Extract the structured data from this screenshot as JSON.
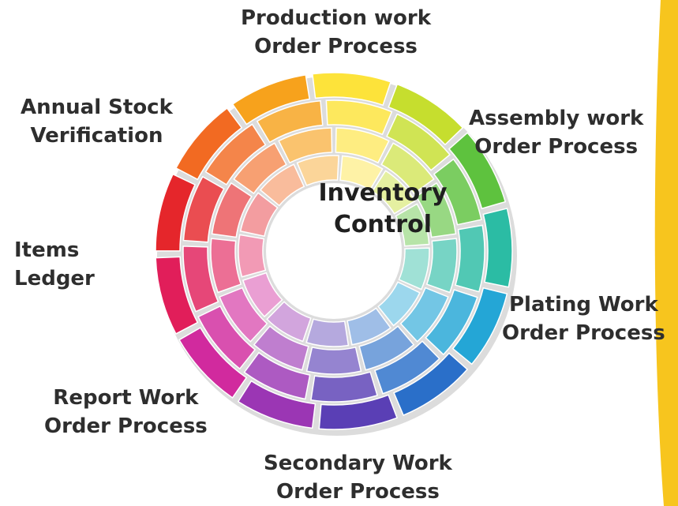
{
  "center_label": [
    "Inventory",
    "Control"
  ],
  "stages": [
    {
      "id": "production",
      "lines": [
        "Production work",
        "Order Process"
      ]
    },
    {
      "id": "assembly",
      "lines": [
        "Assembly work",
        "Order Process"
      ]
    },
    {
      "id": "plating",
      "lines": [
        "Plating Work",
        "Order Process"
      ]
    },
    {
      "id": "secondary",
      "lines": [
        "Secondary Work",
        "Order Process"
      ]
    },
    {
      "id": "report",
      "lines": [
        "Report Work",
        "Order Process"
      ]
    },
    {
      "id": "ledger",
      "lines": [
        "Items",
        "Ledger"
      ]
    },
    {
      "id": "annual",
      "lines": [
        "Annual Stock",
        "Verification"
      ]
    }
  ],
  "colors": {
    "accent_bar": "#f7c51e",
    "text": "#2e2e2e",
    "wheel_hues": [
      "#fde33a",
      "#c6de2e",
      "#5ec23e",
      "#2bbca4",
      "#24a6d6",
      "#2a6fc9",
      "#5a3fb5",
      "#9b36b4",
      "#d12a9e",
      "#e11e5a",
      "#e5262b",
      "#f26a22",
      "#f7a21c"
    ]
  }
}
